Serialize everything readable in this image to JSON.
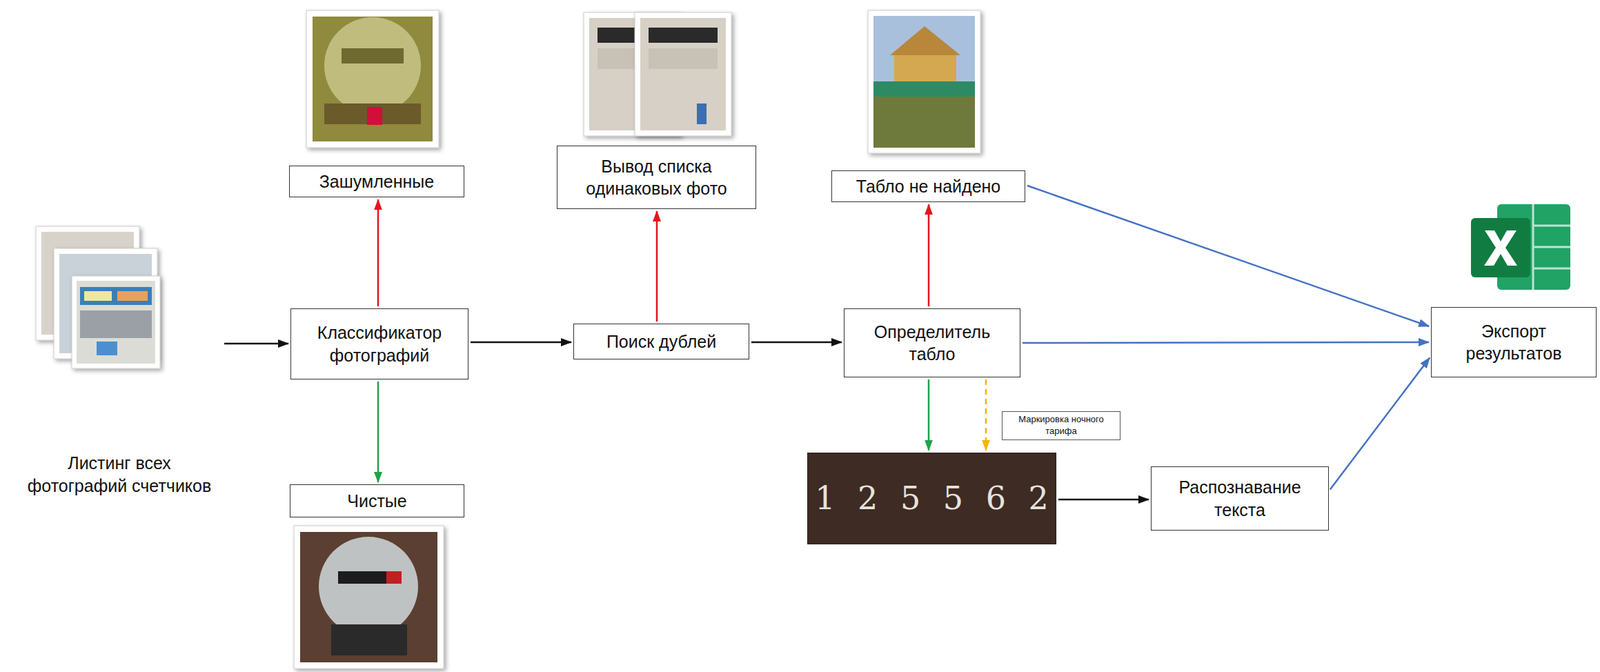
{
  "diagram": {
    "nodes": [
      {
        "text": [
          "Листинг всех фотографий счетчиков"
        ]
      },
      {
        "text": [
          "Зашумленные"
        ]
      },
      {
        "text": [
          "Классификатор фотографий"
        ]
      },
      {
        "text": [
          "Чистые"
        ]
      },
      {
        "text": [
          "Вывод списка одинаковых фото"
        ]
      },
      {
        "text": [
          "Поиск дублей"
        ]
      },
      {
        "text": [
          "Табло не найдено"
        ]
      },
      {
        "text": [
          "Определитель табло"
        ]
      },
      {
        "text": [
          "1 2 5 5 6 2"
        ]
      },
      {
        "text": [
          "Распознавание текста"
        ]
      },
      {
        "text": [
          "Экспорт результатов"
        ]
      }
    ],
    "edges": [
      {
        "from": 0,
        "to": 2,
        "arrow": "to"
      },
      {
        "from": 2,
        "to": 1,
        "arrow": "to"
      },
      {
        "from": 2,
        "to": 3,
        "arrow": "to"
      },
      {
        "from": 2,
        "to": 5,
        "arrow": "to"
      },
      {
        "from": 5,
        "to": 4,
        "arrow": "to"
      },
      {
        "from": 5,
        "to": 7,
        "arrow": "to"
      },
      {
        "from": 7,
        "to": 6,
        "arrow": "to"
      },
      {
        "from": 7,
        "to": 8,
        "arrow": "to"
      },
      {
        "from": 7,
        "to": 8,
        "label": "Маркировка ночного тарифа",
        "arrow": "to"
      },
      {
        "from": 8,
        "to": 9,
        "arrow": "to"
      },
      {
        "from": 6,
        "to": 10,
        "arrow": "to"
      },
      {
        "from": 7,
        "to": 10,
        "arrow": "to"
      },
      {
        "from": 9,
        "to": 10,
        "arrow": "to"
      }
    ]
  }
}
